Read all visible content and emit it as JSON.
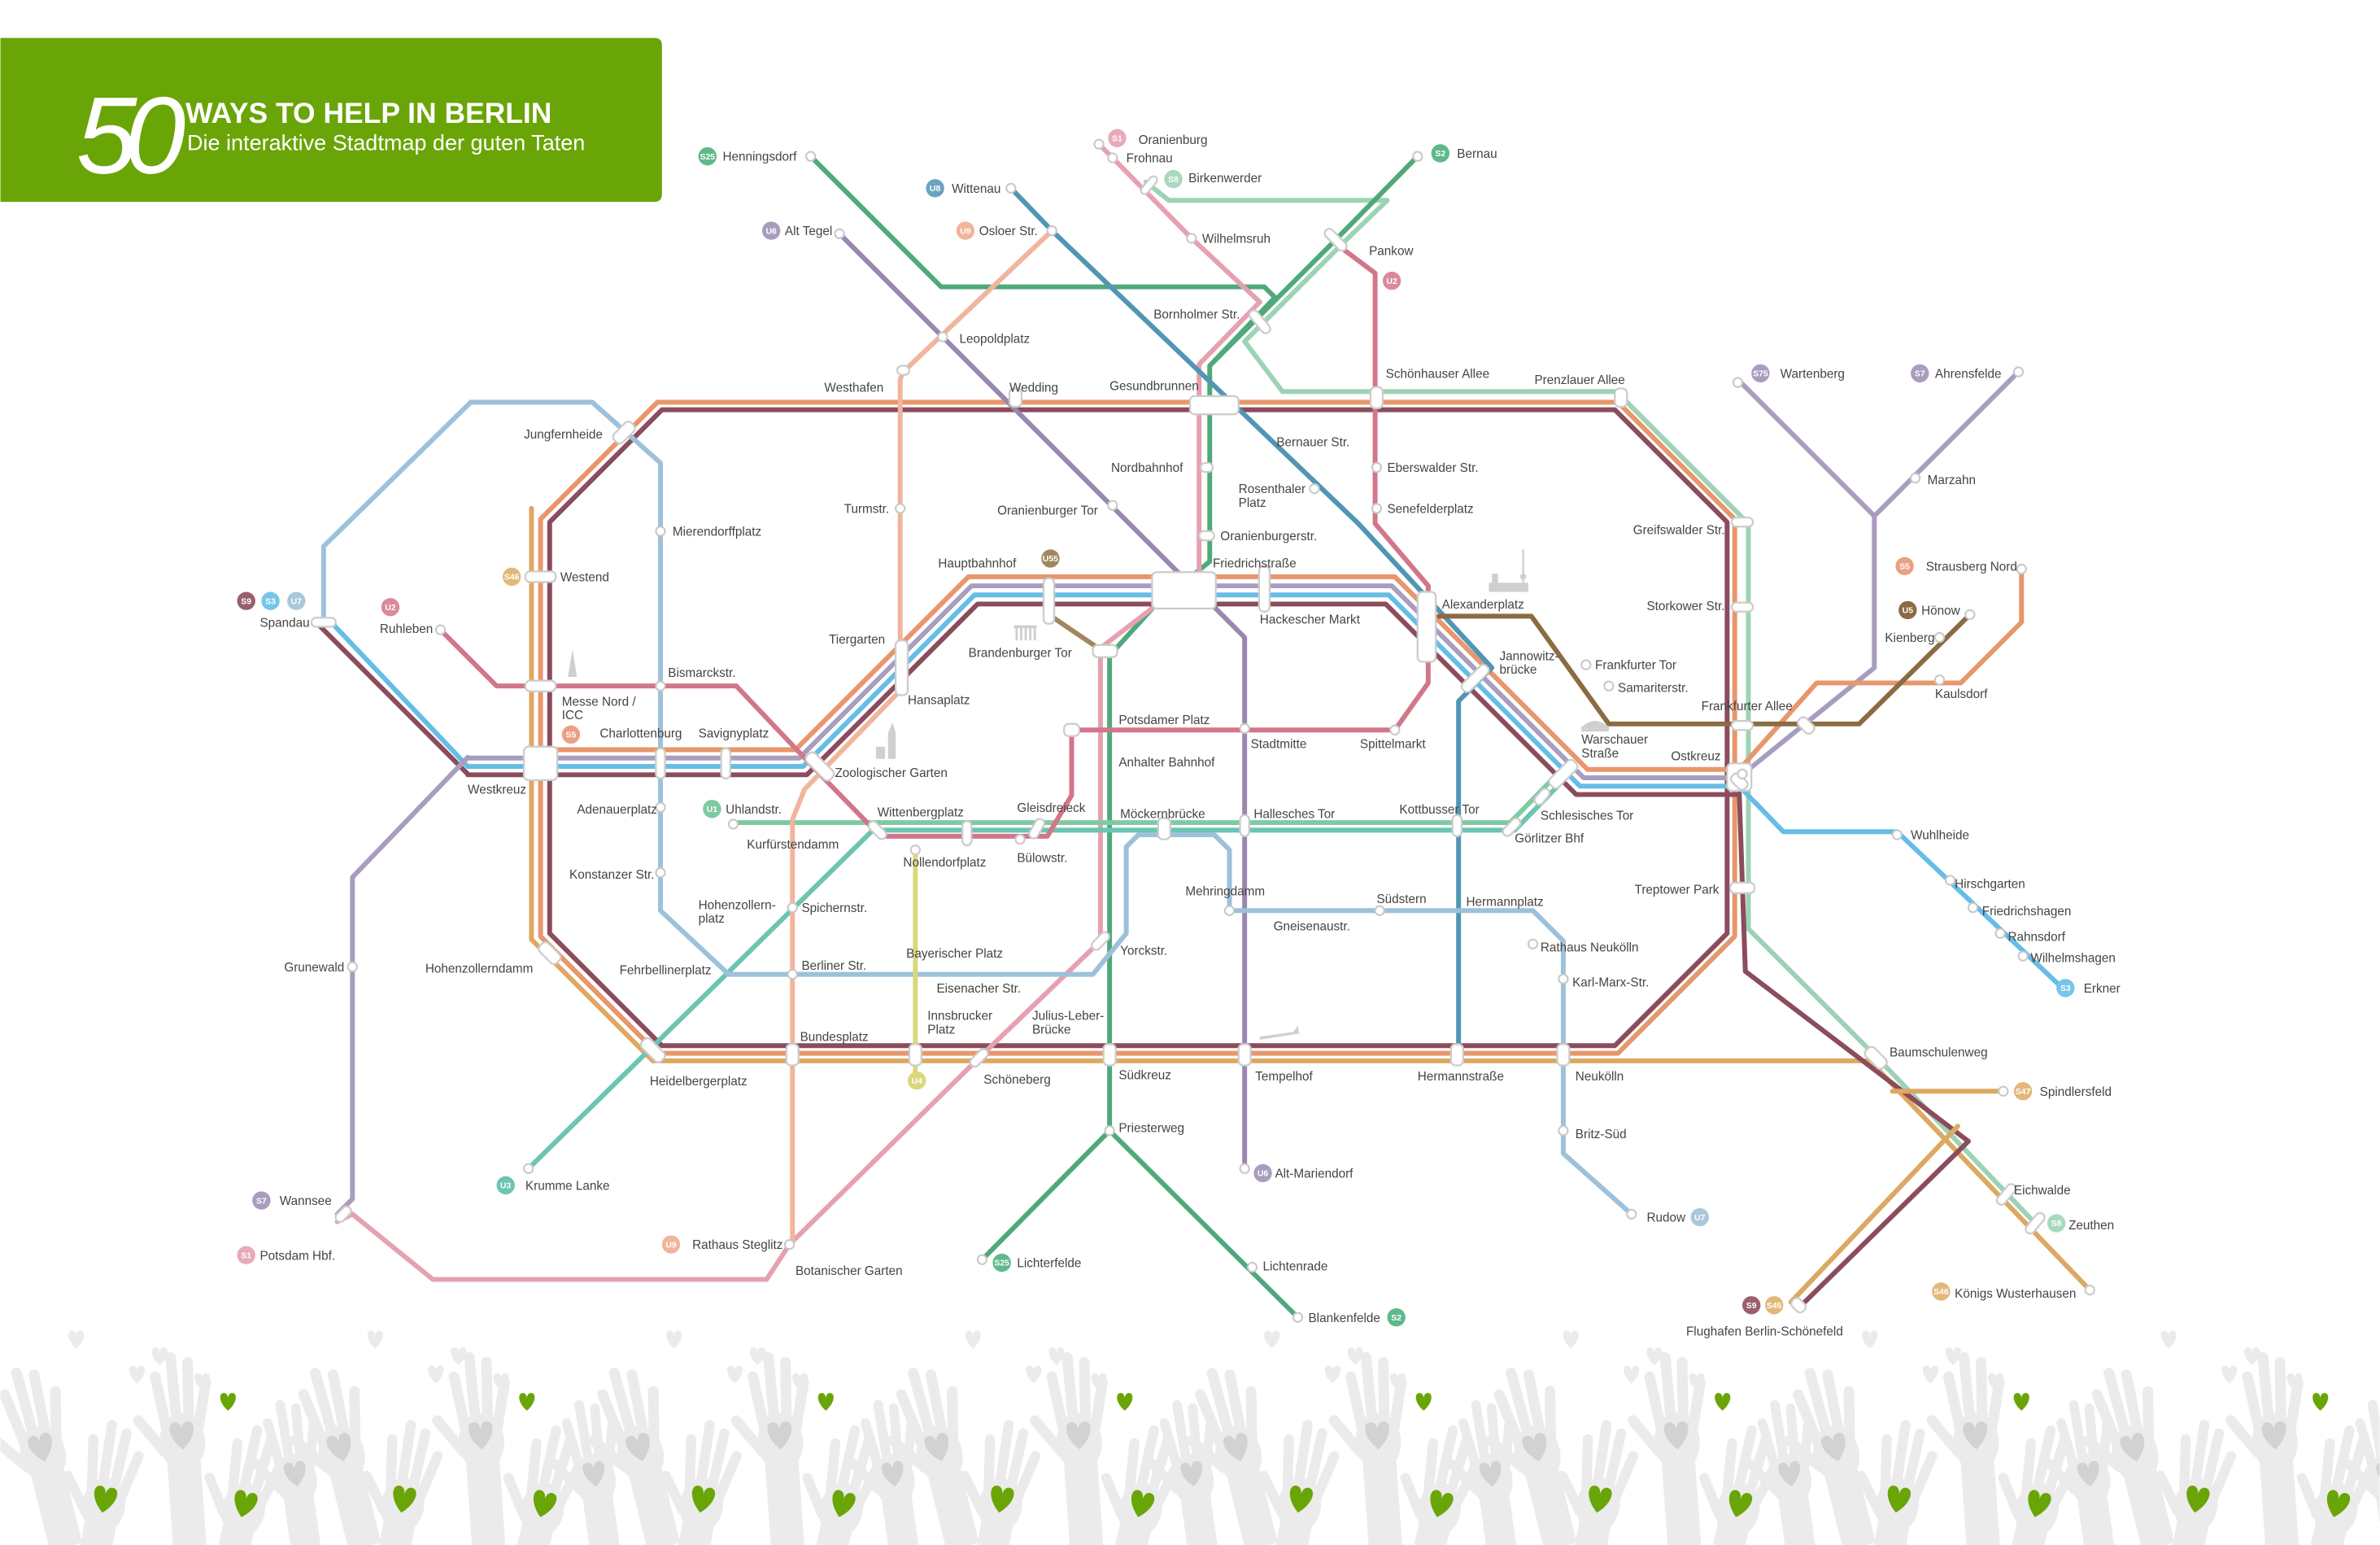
{
  "header": {
    "number": "50",
    "title": "WAYS TO HELP IN BERLIN",
    "subtitle": "Die interaktive Stadtmap der guten Taten",
    "brand_color": "#6aa507"
  },
  "colors": {
    "s_ring_orange": "#e8966c",
    "s_lavender": "#a99dbf",
    "s_blue": "#66bde6",
    "s_maroon": "#8b4c5c",
    "s_tan": "#dda862",
    "s_green": "#4fa97a",
    "s_lightgreen": "#9dd3b4",
    "s_pink": "#e6a1b0",
    "u1_teal": "#7fcaa0",
    "u3_teal": "#6cc4b2",
    "u2_red": "#d27689",
    "u4_yellow": "#d9d87a",
    "u5_brown": "#8b6b42",
    "u55_brown": "#a08760",
    "u6_purple": "#9888b0",
    "u7_lightblue": "#9dc1da",
    "u8_blue": "#5295b5",
    "u9_peach": "#f0b59c",
    "landmark_gray": "#cfcfcf",
    "hand_gray": "#ebebeb",
    "heart_green": "#6aa507",
    "heart_gray": "#d2d2d2"
  },
  "badges": [
    {
      "label": "S25",
      "color": "#5fb98a"
    },
    {
      "label": "U8",
      "color": "#6aa3c2"
    },
    {
      "label": "U6",
      "color": "#a99dbf"
    },
    {
      "label": "U9",
      "color": "#f0b59c"
    },
    {
      "label": "S1",
      "color": "#e8aab8"
    },
    {
      "label": "S8",
      "color": "#a8d9bd"
    },
    {
      "label": "S2",
      "color": "#5fb98a"
    },
    {
      "label": "U2",
      "color": "#d98a9c"
    },
    {
      "label": "S75",
      "color": "#a99dbf"
    },
    {
      "label": "S7",
      "color": "#a99dbf"
    },
    {
      "label": "S9",
      "color": "#9a5f6e"
    },
    {
      "label": "S3",
      "color": "#77c5ea"
    },
    {
      "label": "U7",
      "color": "#aac8dc"
    },
    {
      "label": "U2",
      "color": "#d98a9c"
    },
    {
      "label": "S46",
      "color": "#e2b878"
    },
    {
      "label": "S5",
      "color": "#eba082"
    },
    {
      "label": "U55",
      "color": "#a08760"
    },
    {
      "label": "S5",
      "color": "#eba082"
    },
    {
      "label": "U5",
      "color": "#8b6b42"
    },
    {
      "label": "U1",
      "color": "#7fcaa0"
    },
    {
      "label": "U3",
      "color": "#6cc4b2"
    },
    {
      "label": "U4",
      "color": "#d9d87a"
    },
    {
      "label": "S7",
      "color": "#a99dbf"
    },
    {
      "label": "S1",
      "color": "#e8aab8"
    },
    {
      "label": "U9",
      "color": "#f0b59c"
    },
    {
      "label": "S25",
      "color": "#5fb98a"
    },
    {
      "label": "U6",
      "color": "#a99dbf"
    },
    {
      "label": "S2",
      "color": "#5fb98a"
    },
    {
      "label": "U7",
      "color": "#aac8dc"
    },
    {
      "label": "S47",
      "color": "#e2b878"
    },
    {
      "label": "S8",
      "color": "#a8d9bd"
    },
    {
      "label": "S46",
      "color": "#e2b878"
    },
    {
      "label": "S9",
      "color": "#9a5f6e"
    },
    {
      "label": "S45",
      "color": "#e2b878"
    },
    {
      "label": "S3",
      "color": "#77c5ea"
    }
  ],
  "stations": [
    [
      "Henningsdorf"
    ],
    [
      "Alt Tegel"
    ],
    [
      "Wittenau"
    ],
    [
      "Osloer Str."
    ],
    [
      "Oranienburg"
    ],
    [
      "Frohnau"
    ],
    [
      "Birkenwerder"
    ],
    [
      "Wilhelmsruh"
    ],
    [
      "Bernau"
    ],
    [
      "Pankow"
    ],
    [
      "Bornholmer Str."
    ],
    [
      "Leopoldplatz"
    ],
    [
      "Westhafen"
    ],
    [
      "Wedding"
    ],
    [
      "Gesundbrunnen"
    ],
    [
      "Schönhauser Allee"
    ],
    [
      "Prenzlauer Allee"
    ],
    [
      "Wartenberg"
    ],
    [
      "Ahrensfelde"
    ],
    [
      "Jungfernheide"
    ],
    [
      "Bernauer Str."
    ],
    [
      "Nordbahnhof"
    ],
    [
      "Eberswalder Str."
    ],
    [
      "Rosenthaler",
      "Platz"
    ],
    [
      "Marzahn"
    ],
    [
      "Mierendorffplatz"
    ],
    [
      "Turmstr."
    ],
    [
      "Oranienburger Tor"
    ],
    [
      "Senefelderplatz"
    ],
    [
      "Greifswalder Str."
    ],
    [
      "Oranienburgerstr."
    ],
    [
      "Westend"
    ],
    [
      "Hauptbahnhof"
    ],
    [
      "Friedrichstraße"
    ],
    [
      "Strausberg Nord"
    ],
    [
      "Spandau"
    ],
    [
      "Ruhleben"
    ],
    [
      "Hackescher Markt"
    ],
    [
      "Alexanderplatz"
    ],
    [
      "Storkower Str."
    ],
    [
      "Hönow"
    ],
    [
      "Kienberg"
    ],
    [
      "Tiergarten"
    ],
    [
      "Brandenburger Tor"
    ],
    [
      "Jannowitz-",
      "brücke"
    ],
    [
      "Frankfurter Tor"
    ],
    [
      "Bismarckstr."
    ],
    [
      "Samariterstr."
    ],
    [
      "Kaulsdorf"
    ],
    [
      "Hansaplatz"
    ],
    [
      "Messe Nord /",
      "ICC"
    ],
    [
      "Frankfurter Allee"
    ],
    [
      "Potsdamer Platz"
    ],
    [
      "Charlottenburg"
    ],
    [
      "Savignyplatz"
    ],
    [
      "Warschauer",
      "Straße"
    ],
    [
      "Stadtmitte"
    ],
    [
      "Spittelmarkt"
    ],
    [
      "Ostkreuz"
    ],
    [
      "Anhalter Bahnhof"
    ],
    [
      "Zoologischer Garten"
    ],
    [
      "Westkreuz"
    ],
    [
      "Adenauerplatz"
    ],
    [
      "Uhlandstr."
    ],
    [
      "Wittenbergplatz"
    ],
    [
      "Gleisdreieck"
    ],
    [
      "Möckernbrücke"
    ],
    [
      "Hallesches Tor"
    ],
    [
      "Kottbusser Tor"
    ],
    [
      "Schlesisches Tor"
    ],
    [
      "Kurfürstendamm"
    ],
    [
      "Görlitzer Bhf"
    ],
    [
      "Wuhlheide"
    ],
    [
      "Nollendorfplatz"
    ],
    [
      "Bülowstr."
    ],
    [
      "Konstanzer Str."
    ],
    [
      "Mehringdamm"
    ],
    [
      "Treptower Park"
    ],
    [
      "Hirschgarten"
    ],
    [
      "Südstern"
    ],
    [
      "Hermannplatz"
    ],
    [
      "Hohenzollern-",
      "platz"
    ],
    [
      "Spichernstr."
    ],
    [
      "Friedrichshagen"
    ],
    [
      "Gneisenaustr."
    ],
    [
      "Rahnsdorf"
    ],
    [
      "Rathaus Neukölln"
    ],
    [
      "Yorckstr."
    ],
    [
      "Bayerischer Platz"
    ],
    [
      "Wilhelmshagen"
    ],
    [
      "Grunewald"
    ],
    [
      "Hohenzollerndamm"
    ],
    [
      "Fehrbellinerplatz"
    ],
    [
      "Berliner Str."
    ],
    [
      "Karl-Marx-Str."
    ],
    [
      "Eisenacher Str."
    ],
    [
      "Erkner"
    ],
    [
      "Innsbrucker",
      "Platz"
    ],
    [
      "Julius-Leber-",
      "Brücke"
    ],
    [
      "Bundesplatz"
    ],
    [
      "Baumschulenweg"
    ],
    [
      "Heidelbergerplatz"
    ],
    [
      "Schöneberg"
    ],
    [
      "Südkreuz"
    ],
    [
      "Tempelhof"
    ],
    [
      "Hermannstraße"
    ],
    [
      "Neukölln"
    ],
    [
      "Spindlersfeld"
    ],
    [
      "Priesterweg"
    ],
    [
      "Britz-Süd"
    ],
    [
      "Alt-Mariendorf"
    ],
    [
      "Krumme Lanke"
    ],
    [
      "Eichwalde"
    ],
    [
      "Wannsee"
    ],
    [
      "Rudow"
    ],
    [
      "Zeuthen"
    ],
    [
      "Rathaus Steglitz"
    ],
    [
      "Potsdam Hbf."
    ],
    [
      "Lichterfelde"
    ],
    [
      "Lichtenrade"
    ],
    [
      "Botanischer Garten"
    ],
    [
      "Königs Wusterhausen"
    ],
    [
      "Blankenfelde"
    ],
    [
      "Flughafen Berlin-Schönefeld"
    ]
  ]
}
